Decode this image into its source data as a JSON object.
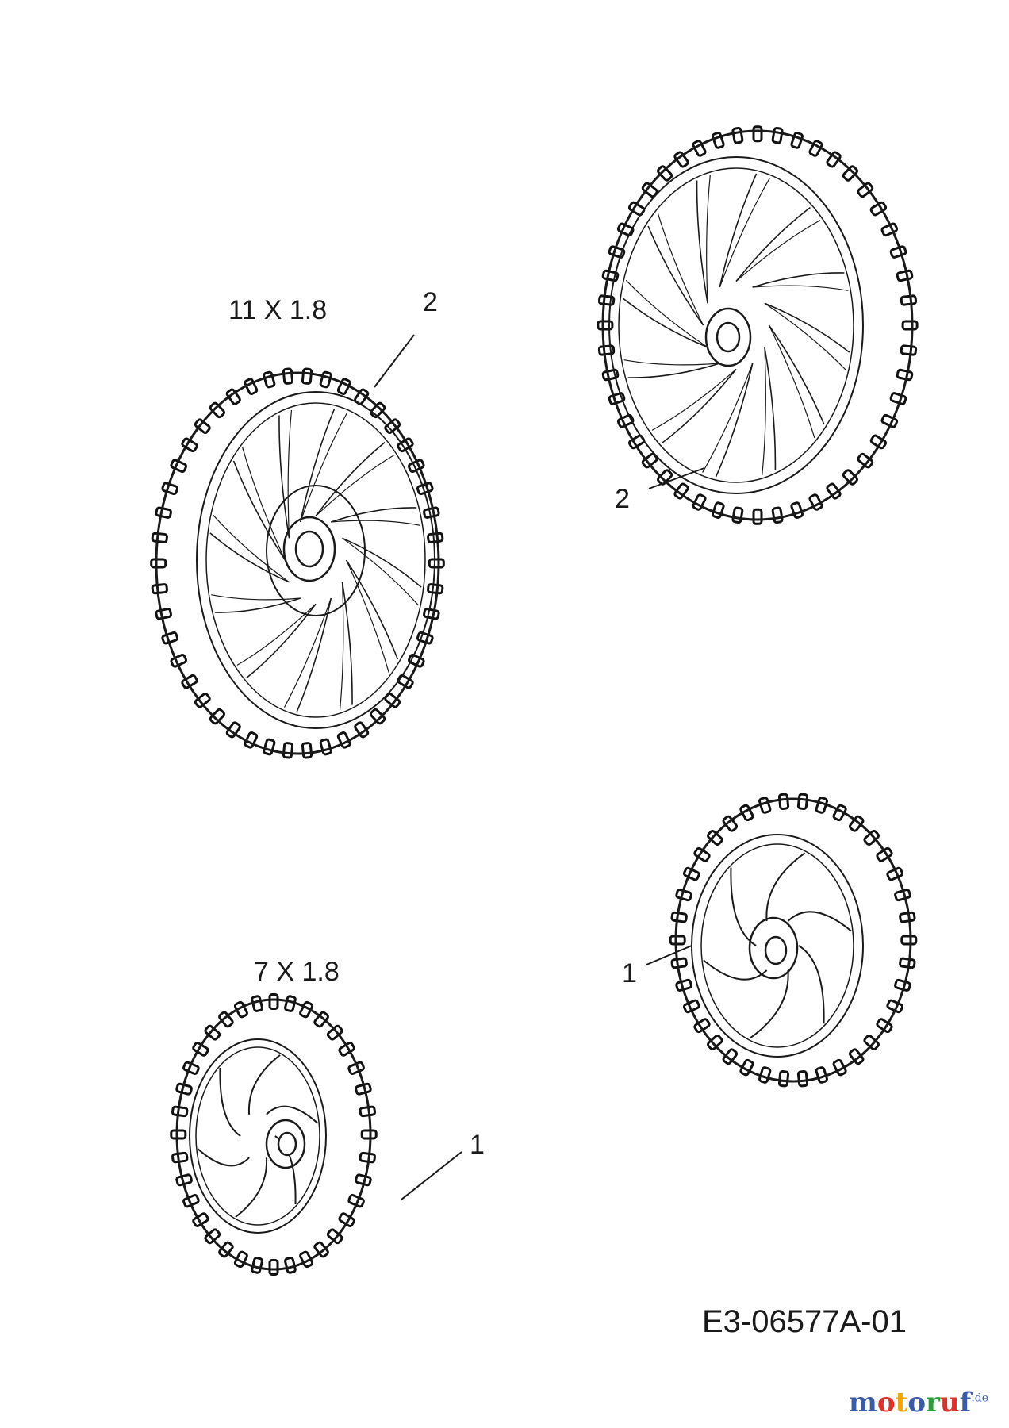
{
  "labels": {
    "large_size": "11 X 1.8",
    "small_size": "7 X 1.8",
    "callout_large_front": "2",
    "callout_large_back": "2",
    "callout_small_front": "1",
    "callout_small_back": "1",
    "drawing_code": "E3-06577A-01"
  },
  "watermark": {
    "brand": "motoruf",
    "tld": ".de",
    "colors": [
      "#3a5ba8",
      "#e0302a",
      "#f2a500",
      "#3a5ba8",
      "#29a038",
      "#e0302a",
      "#3a5ba8"
    ]
  },
  "colors": {
    "line": "#1a1a1a",
    "tread": "#111111",
    "background": "#ffffff"
  }
}
